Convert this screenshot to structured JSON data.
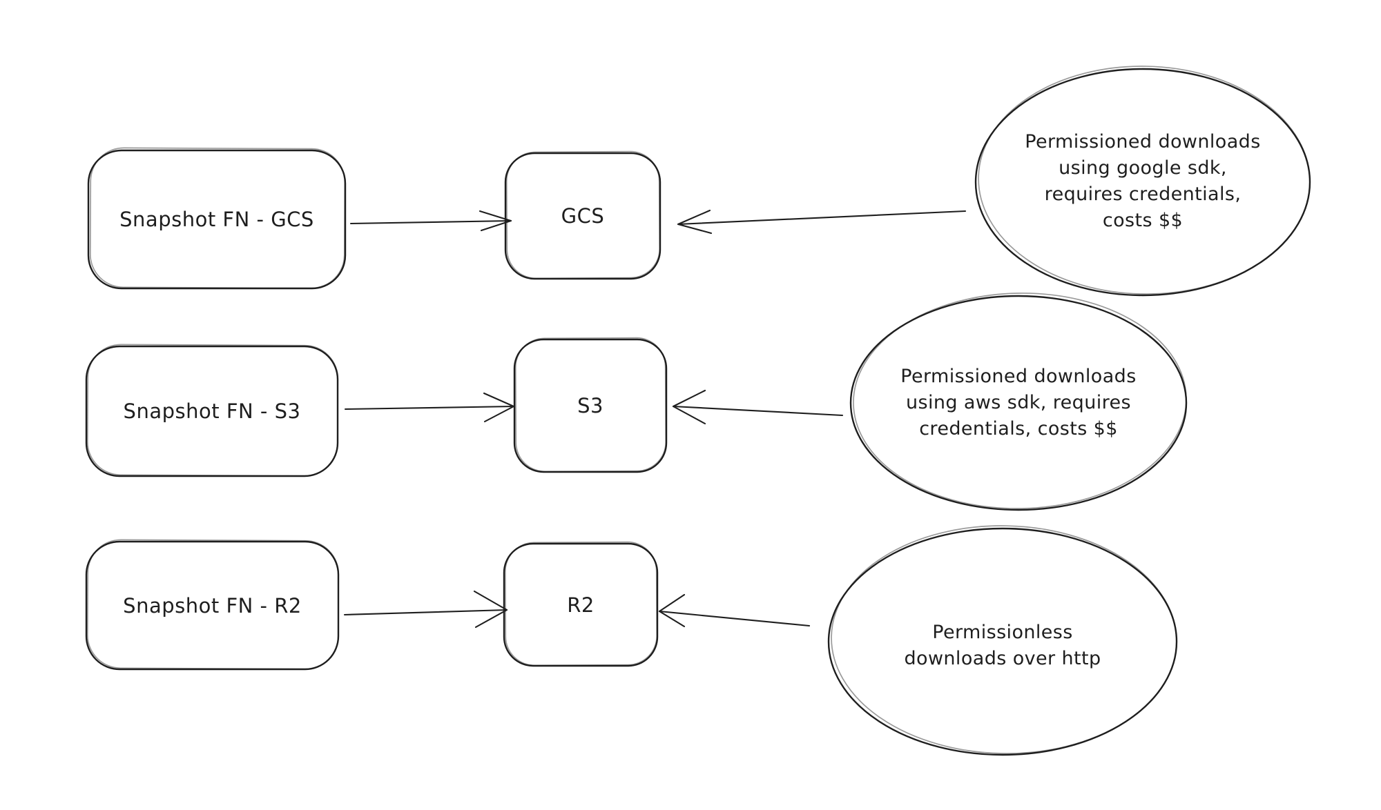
{
  "canvas": {
    "background_color": "#ffffff",
    "stroke_color": "#1e1e1e",
    "style": "hand-drawn-diagram"
  },
  "nodes": {
    "snapshot_fn_gcs": {
      "label": "Snapshot FN - GCS",
      "shape": "rounded-rectangle"
    },
    "snapshot_fn_s3": {
      "label": "Snapshot FN - S3",
      "shape": "rounded-rectangle"
    },
    "snapshot_fn_r2": {
      "label": "Snapshot FN - R2",
      "shape": "rounded-rectangle"
    },
    "gcs": {
      "label": "GCS",
      "shape": "rounded-rectangle"
    },
    "s3": {
      "label": "S3",
      "shape": "rounded-rectangle"
    },
    "r2": {
      "label": "R2",
      "shape": "rounded-rectangle"
    }
  },
  "notes": {
    "gcs": {
      "shape": "ellipse",
      "lines": [
        "Permissioned downloads",
        "using google sdk,",
        "requires credentials,",
        "costs $$"
      ],
      "text": "Permissioned downloads using google sdk, requires credentials, costs $$"
    },
    "s3": {
      "shape": "ellipse",
      "lines": [
        "Permissioned downloads",
        "using aws sdk, requires",
        "credentials, costs $$"
      ],
      "text": "Permissioned downloads using aws sdk, requires credentials, costs $$"
    },
    "r2": {
      "shape": "ellipse",
      "lines": [
        "Permissionless",
        "downloads over http"
      ],
      "text": "Permissionless downloads over http"
    }
  },
  "connections": [
    {
      "from": "snapshot_fn_gcs",
      "to": "gcs",
      "style": "arrow"
    },
    {
      "from": "note_gcs",
      "to": "gcs",
      "style": "arrow"
    },
    {
      "from": "snapshot_fn_s3",
      "to": "s3",
      "style": "arrow"
    },
    {
      "from": "note_s3",
      "to": "s3",
      "style": "arrow"
    },
    {
      "from": "snapshot_fn_r2",
      "to": "r2",
      "style": "arrow"
    },
    {
      "from": "note_r2",
      "to": "r2",
      "style": "arrow"
    }
  ]
}
